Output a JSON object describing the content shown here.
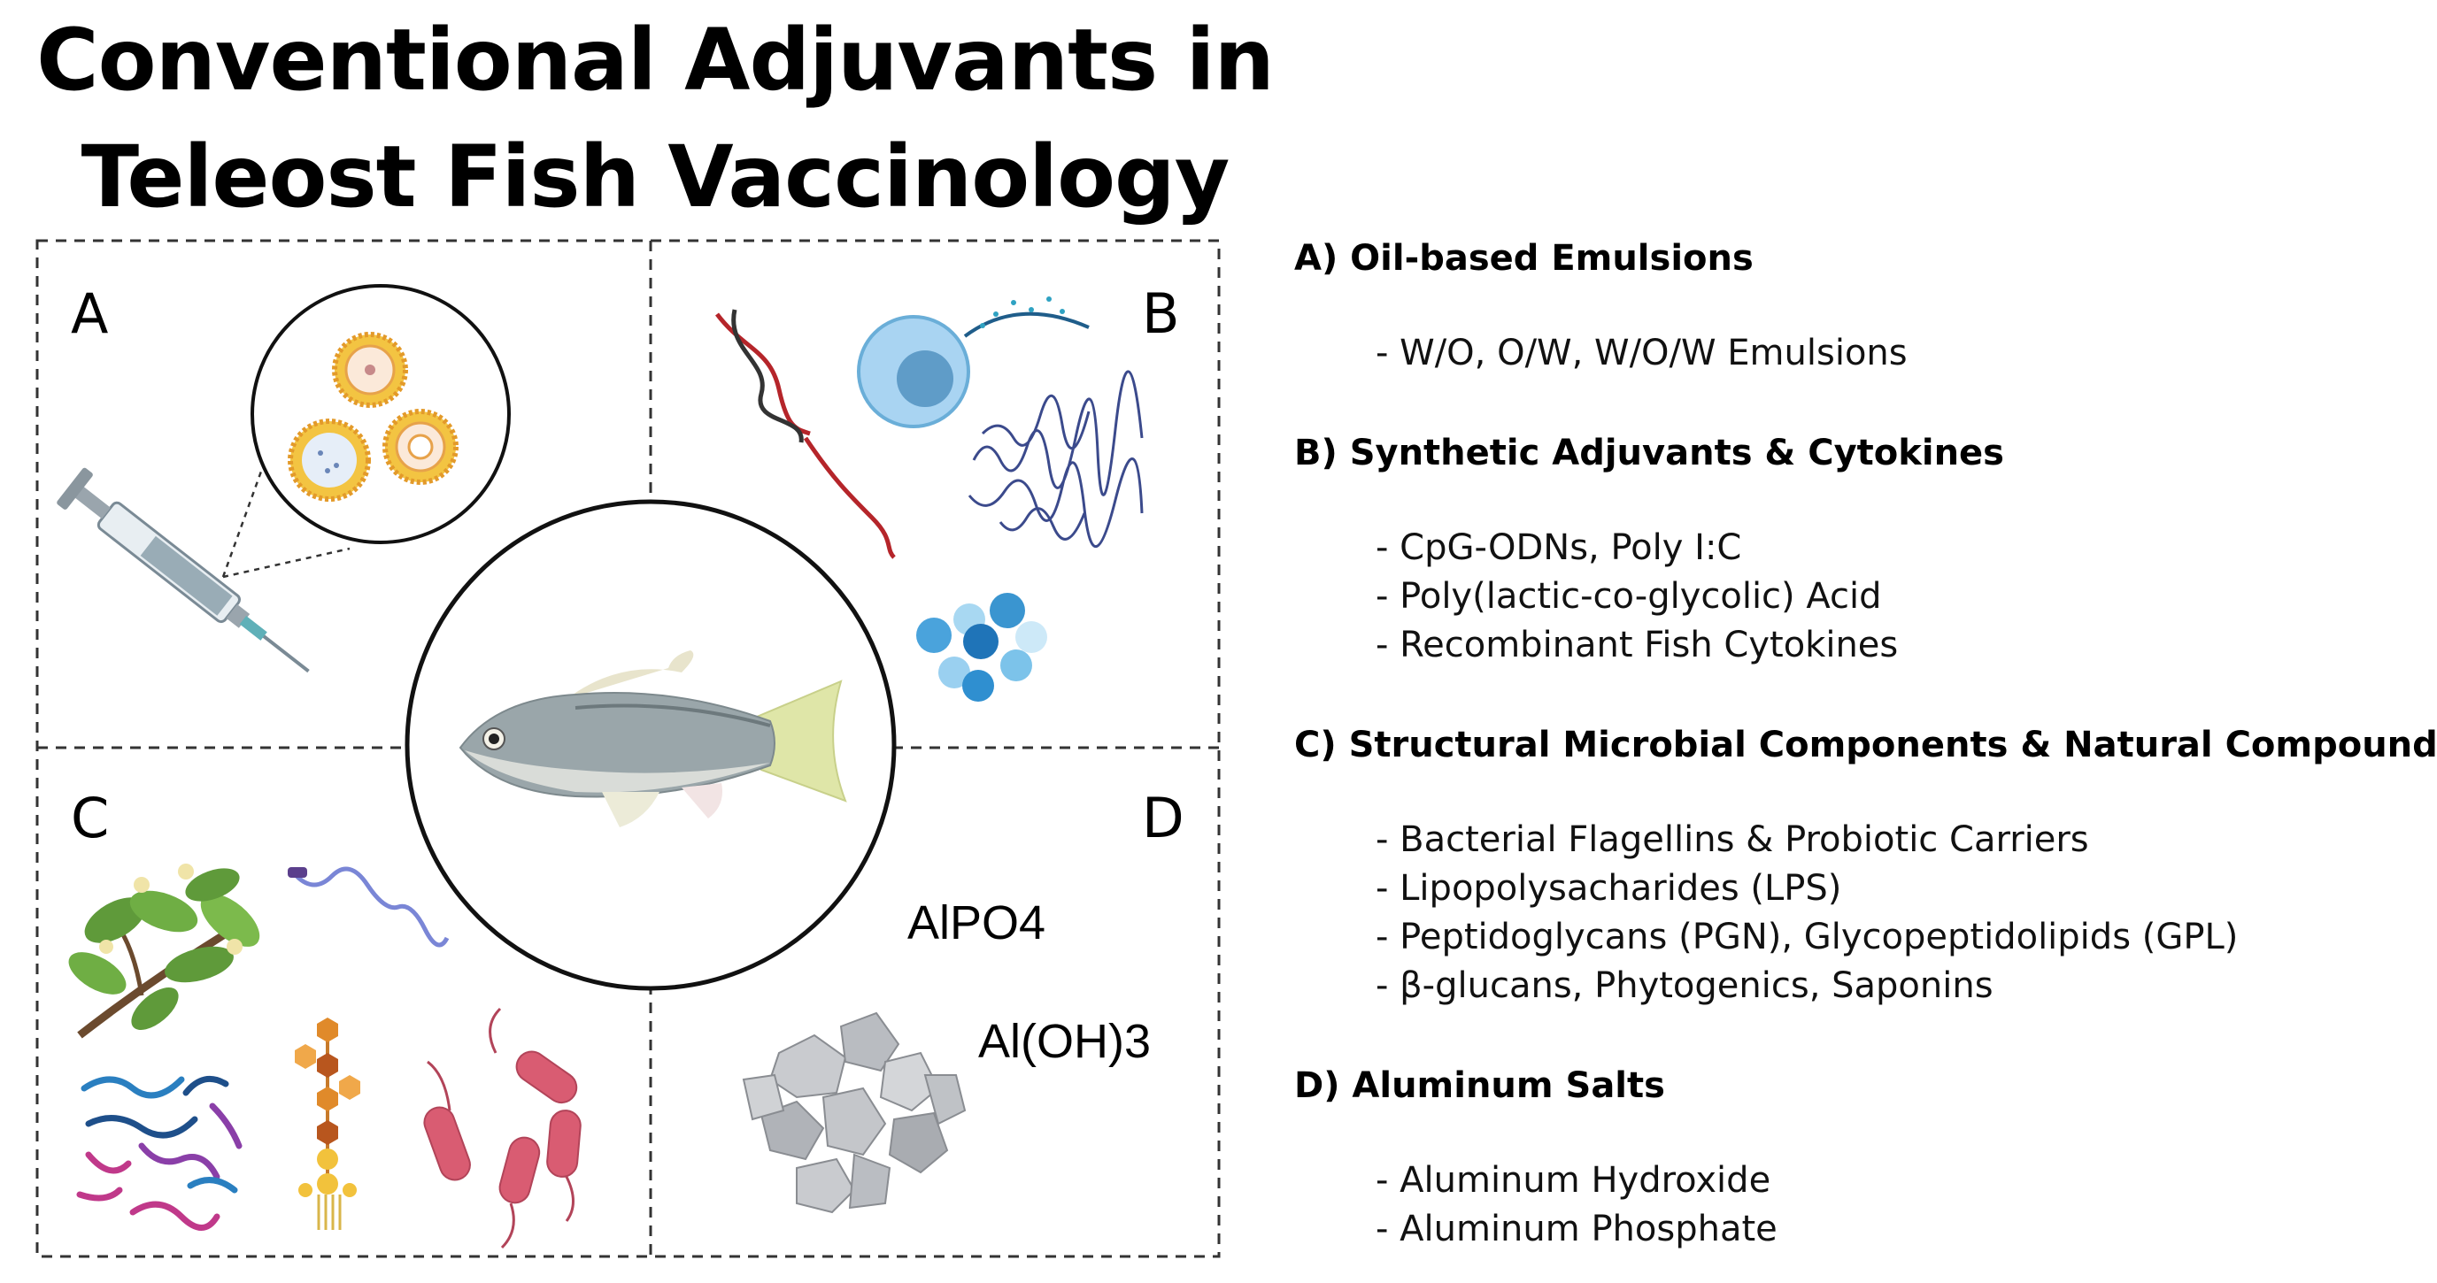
{
  "title": {
    "line1": "Conventional Adjuvants in",
    "line2": "Teleost Fish Vaccinology"
  },
  "panels": {
    "a": {
      "letter": "A"
    },
    "b": {
      "letter": "B"
    },
    "c": {
      "letter": "C"
    },
    "d": {
      "letter": "D",
      "formula1": "AlPO4",
      "formula2": "Al(OH)3"
    }
  },
  "legend": {
    "sections": [
      {
        "heading": "A) Oil-based Emulsions",
        "items": [
          "- W/O, O/W, W/O/W Emulsions"
        ]
      },
      {
        "heading": "B) Synthetic Adjuvants & Cytokines",
        "items": [
          "- CpG-ODNs, Poly I:C",
          "- Poly(lactic-co-glycolic) Acid",
          "- Recombinant Fish Cytokines"
        ]
      },
      {
        "heading": "C) Structural Microbial Components & Natural Compounds",
        "items": [
          "- Bacterial Flagellins & Probiotic Carriers",
          "- Lipopolysacharides (LPS)",
          "- Peptidoglycans (PGN), Glycopeptidolipids (GPL)",
          "- β-glucans, Phytogenics, Saponins"
        ]
      },
      {
        "heading": "D) Aluminum Salts",
        "items": [
          "- Aluminum Hydroxide",
          "- Aluminum Phosphate"
        ]
      }
    ]
  },
  "colors": {
    "liposome": "#f2c23c",
    "cell": "#7fbde8",
    "dna_red": "#b5252a",
    "polymer": "#3b4a8c",
    "bead_blue": "#2f8fd0",
    "leaf_green": "#5f9a3a",
    "bacteria_pink": "#d95c72",
    "crystal_gray": "#b9bcc1",
    "fish_body": "#8c9aa0"
  },
  "icons": [
    "syringe-icon",
    "liposome-icon",
    "dna-icon",
    "immune-cell-icon",
    "polymer-icon",
    "nanoparticle-beads-icon",
    "plant-branch-icon",
    "flagellin-icon",
    "peptidoglycan-icon",
    "bacteria-icon",
    "aluminum-crystal-icon",
    "fish-icon"
  ]
}
